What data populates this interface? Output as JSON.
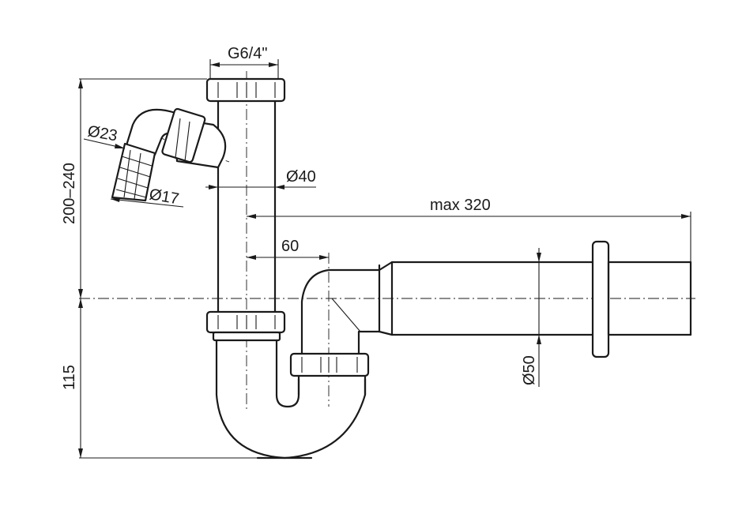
{
  "dimensions": {
    "thread": "G6/4\"",
    "hose_outer": "Ø23",
    "hose_inner": "Ø17",
    "pipe_diameter": "Ø40",
    "outlet_length": "max 320",
    "offset": "60",
    "outlet_diameter": "Ø50",
    "height_upper": "200–240",
    "height_lower": "115"
  }
}
